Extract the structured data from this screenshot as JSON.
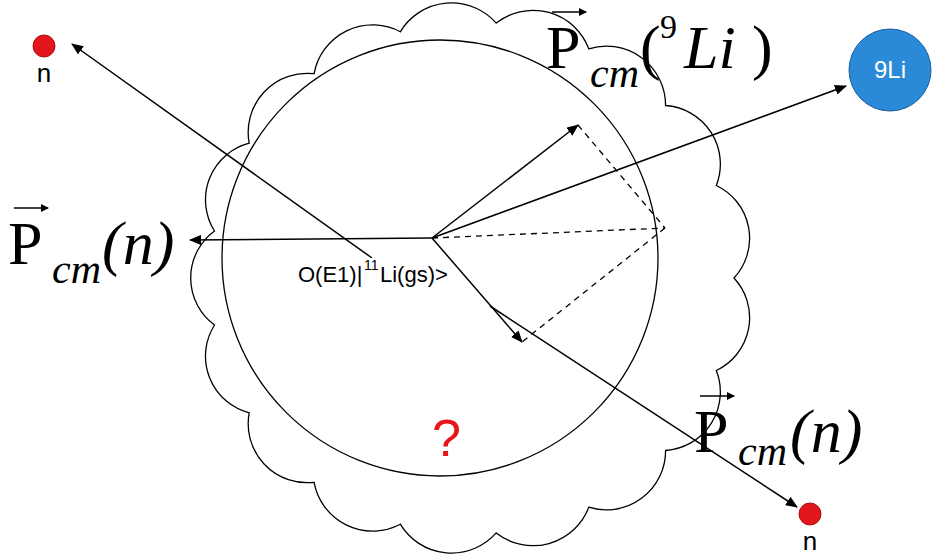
{
  "diagram": {
    "nodes": [
      {
        "text": [
          "n"
        ]
      },
      {
        "text": [
          "9Li"
        ]
      },
      {
        "text": [
          "n"
        ]
      }
    ],
    "labels": [
      "P",
      "cm",
      "(",
      "9",
      "Li",
      ")",
      "P",
      "cm",
      "(n)",
      "O(E1)|",
      "11",
      "Li(gs)>",
      "?",
      "P",
      "cm",
      "(n)"
    ]
  }
}
